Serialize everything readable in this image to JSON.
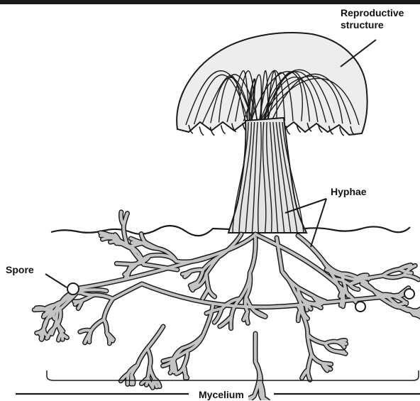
{
  "labels": {
    "reproductive_line1": "Reproductive",
    "reproductive_line2": "structure",
    "hyphae": "Hyphae",
    "spore": "Spore",
    "mycelium": "Mycelium"
  },
  "colors": {
    "ink": "#1a1a1a",
    "hypha_fill": "#bfbfbf",
    "background": "#ffffff"
  }
}
